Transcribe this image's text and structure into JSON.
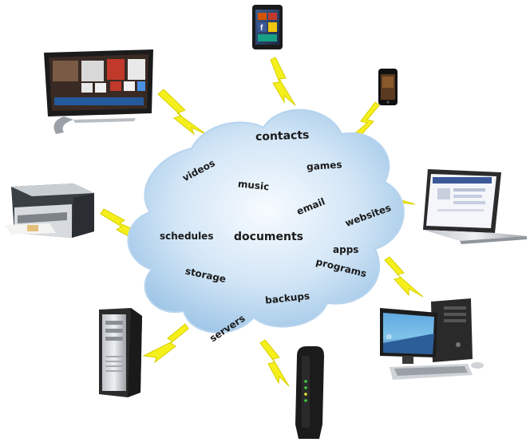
{
  "cloud": {
    "center_label": "documents",
    "terms": [
      {
        "id": "contacts",
        "text": "contacts"
      },
      {
        "id": "videos",
        "text": "videos"
      },
      {
        "id": "games",
        "text": "games"
      },
      {
        "id": "music",
        "text": "music"
      },
      {
        "id": "email",
        "text": "email"
      },
      {
        "id": "websites",
        "text": "websites"
      },
      {
        "id": "schedules",
        "text": "schedules"
      },
      {
        "id": "apps",
        "text": "apps"
      },
      {
        "id": "programs",
        "text": "programs"
      },
      {
        "id": "storage",
        "text": "storage"
      },
      {
        "id": "backups",
        "text": "backups"
      },
      {
        "id": "servers",
        "text": "servers"
      }
    ]
  },
  "devices": [
    {
      "id": "smart-tv",
      "icon": "smart-tv-icon"
    },
    {
      "id": "tablet",
      "icon": "tablet-icon"
    },
    {
      "id": "smartphone",
      "icon": "smartphone-icon"
    },
    {
      "id": "laptop",
      "icon": "laptop-icon"
    },
    {
      "id": "desktop-pc",
      "icon": "desktop-pc-icon"
    },
    {
      "id": "modem",
      "icon": "modem-icon"
    },
    {
      "id": "server-tower",
      "icon": "server-tower-icon"
    },
    {
      "id": "printer",
      "icon": "printer-icon"
    }
  ],
  "tablet_screen_letter": "f",
  "colors": {
    "cloud_light": "#eaf3fb",
    "cloud_dark": "#a9cdec",
    "lightning": "#f5ef1c",
    "lightning_edge": "#d8cf00",
    "device_dark": "#2a2a2a"
  }
}
